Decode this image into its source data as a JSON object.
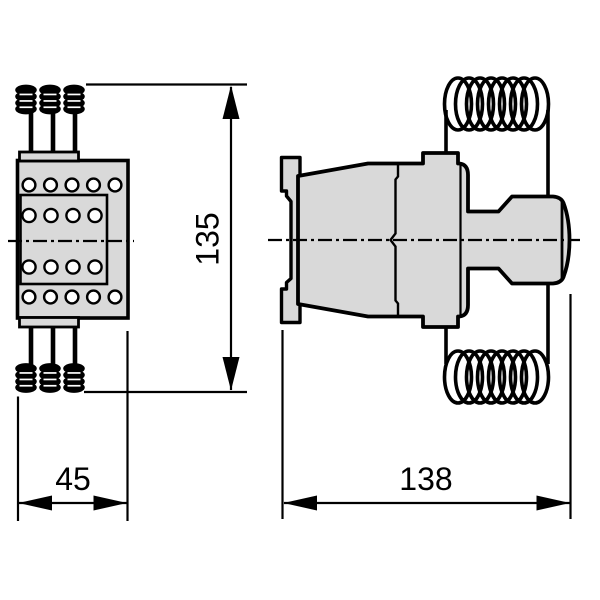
{
  "dimensions": {
    "overall_height": "135",
    "front_width": "45",
    "side_depth": "138"
  },
  "colors": {
    "body_fill": "#d9d9d9",
    "line_color": "#000000",
    "background": "#ffffff"
  }
}
